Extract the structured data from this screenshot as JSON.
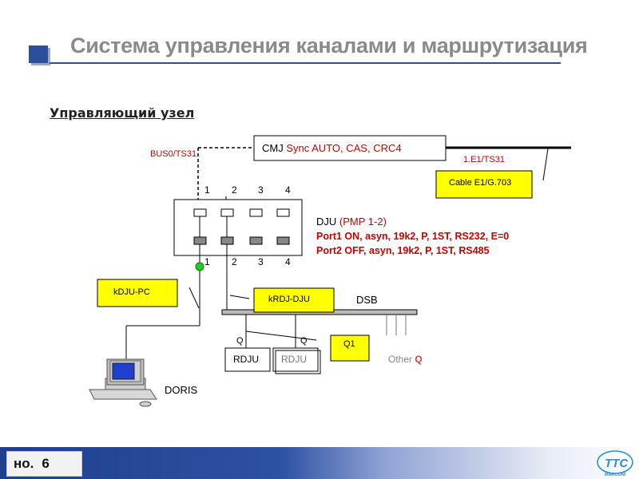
{
  "slide": {
    "title": "Система управления каналами и маршрутизация",
    "subtitle": "Управляющий узел"
  },
  "diagram": {
    "cmj": {
      "prefix": "CMJ",
      "text": "Sync AUTO, CAS, CRC4"
    },
    "bus_label": "BUS0/TS31",
    "e1_label": "1.E1/TS31",
    "cable_label": "Cable E1/G.703",
    "port_numbers": [
      "1",
      "2",
      "3",
      "4"
    ],
    "dju": {
      "prefix": "DJU",
      "mode": "(PMP 1-2)",
      "port1": "Port1 ON,  asyn, 19k2, P, 1ST, RS232, E=0",
      "port2": "Port2 OFF, asyn, 19k2, P, 1ST, RS485"
    },
    "kdju_pc": "kDJU-PC",
    "krdj_dju": "kRDJ-DJU",
    "dsb": "DSB",
    "q1": "Q1",
    "q_label": "Q",
    "rdju": "RDJU",
    "other_q": {
      "prefix": "Other",
      "q": "Q"
    },
    "doris": "DORIS"
  },
  "footer": {
    "page_prefix": "но.",
    "page_number": "6",
    "logo_text": "TTC",
    "logo_sub": "MARCONI"
  },
  "colors": {
    "accent_blue": "#2b4f9a",
    "label_red": "#cc0000",
    "box_yellow": "#ffff00",
    "title_gray": "#8a8a8a",
    "node_green": "#22cc22"
  }
}
